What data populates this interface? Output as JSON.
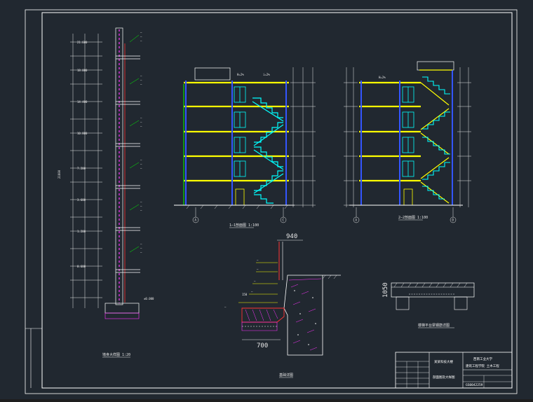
{
  "colors": {
    "background": "#212830",
    "frame": "#ffffff",
    "slab": "#ffff00",
    "stair": "#00ffff",
    "column": "#3355ff",
    "wall": "#ff3333",
    "hatch": "#ff33ff",
    "leader": "#00ff00",
    "dim": "#e8e8e8"
  },
  "labels": {
    "section_1": "1—1剖面图 1:100",
    "section_2": "2—2剖面图 1:100",
    "wall_detail": "墙身大样图 1:20",
    "foundation_detail": "基础详图",
    "slab_detail": "楼梯平台梁钢筋详图",
    "ground_level": "±0.000",
    "dim_940": "940",
    "dim_150": "150",
    "dim_700": "700",
    "dim_1050": "1050",
    "top_span_1": "H=2%",
    "top_span_2": "i=2%",
    "axis_a": "A",
    "axis_c": "C",
    "axis_d": "D",
    "total_height": "21600"
  },
  "title_block": {
    "school": "西南工业大学",
    "project": "某某科技大楼",
    "subject": "建筑工程学院 土木工程",
    "drawing_label": "剖面图及大样图",
    "drawing_no": "GS0042259"
  }
}
